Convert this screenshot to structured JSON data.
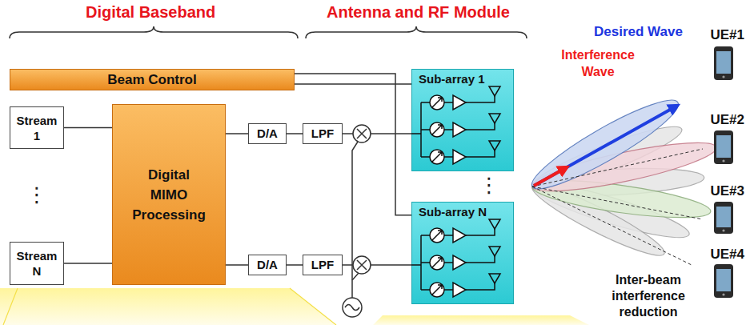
{
  "diagram": {
    "nodes": [
      {
        "text": [
          "Beam Control"
        ]
      },
      {
        "text": [
          "Stream 1"
        ]
      },
      {
        "text": [
          "Stream N"
        ]
      },
      {
        "text": [
          "Digital MIMO Processing"
        ]
      },
      {
        "text": [
          "D/A"
        ]
      },
      {
        "text": [
          "LPF"
        ]
      },
      {
        "text": [
          "D/A"
        ]
      },
      {
        "text": [
          "LPF"
        ]
      },
      {
        "text": [
          "Sub-array 1"
        ]
      },
      {
        "text": [
          "Sub-array N"
        ]
      }
    ],
    "edges": [
      {
        "from": 0,
        "to": 8,
        "arrow": "none"
      },
      {
        "from": 0,
        "to": 9,
        "arrow": "none"
      },
      {
        "from": 1,
        "to": 3,
        "arrow": "none"
      },
      {
        "from": 2,
        "to": 3,
        "arrow": "none"
      },
      {
        "from": 3,
        "to": 4,
        "arrow": "none"
      },
      {
        "from": 4,
        "to": 5,
        "arrow": "none"
      },
      {
        "from": 5,
        "to": 8,
        "arrow": "none"
      },
      {
        "from": 3,
        "to": 6,
        "arrow": "none"
      },
      {
        "from": 6,
        "to": 7,
        "arrow": "none"
      },
      {
        "from": 7,
        "to": 9,
        "arrow": "none"
      }
    ],
    "labels": [
      "Digital Baseband",
      "Antenna and RF Module",
      "⋮",
      "⋮",
      "Desired Wave",
      "Interference Wave",
      "UE#1",
      "UE#2",
      "UE#3",
      "UE#4",
      "Inter-beam interference reduction"
    ]
  }
}
